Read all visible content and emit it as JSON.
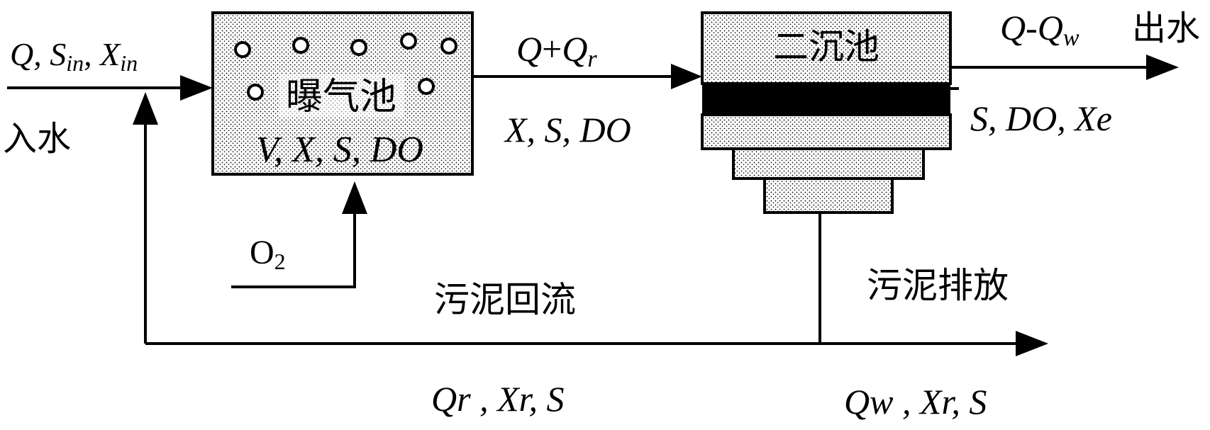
{
  "colors": {
    "ink": "#000000",
    "fill": "#ffffff"
  },
  "inlet": {
    "label": "入水",
    "q": "Q",
    "s": "S",
    "s_sub": "in",
    "x": "X",
    "x_sub": "in"
  },
  "aeration": {
    "title": "曝气池",
    "vars": "V, X, S, DO"
  },
  "oxygen": {
    "o": "O",
    "sub": "2"
  },
  "mid": {
    "q": "Q",
    "plus": "+",
    "qr": "Q",
    "qr_sub": "r",
    "vars": "X, S, DO"
  },
  "clarifier": {
    "title": "二沉池"
  },
  "outlet": {
    "label": "出水",
    "q": "Q",
    "dash": "-",
    "qw": "Q",
    "qw_sub": "w",
    "vars": "S, DO, Xe"
  },
  "recycle": {
    "label": "污泥回流",
    "vars": "Qr , Xr, S"
  },
  "waste": {
    "label": "污泥排放",
    "vars": "Qw , Xr, S"
  }
}
